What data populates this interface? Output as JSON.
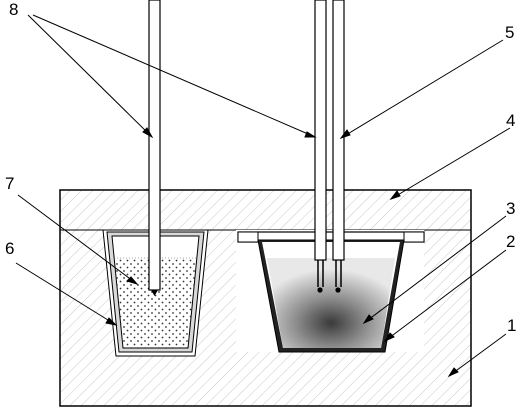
{
  "callouts": {
    "c1": "1",
    "c2": "2",
    "c3": "3",
    "c4": "4",
    "c5": "5",
    "c6": "6",
    "c7": "7",
    "c8": "8"
  },
  "colors": {
    "line": "#000000",
    "background": "#ffffff",
    "hatch": "#bfbfbf",
    "powder_dots": "#333333",
    "melt_center": "#444444",
    "melt_edge": "#e6e6e6"
  }
}
